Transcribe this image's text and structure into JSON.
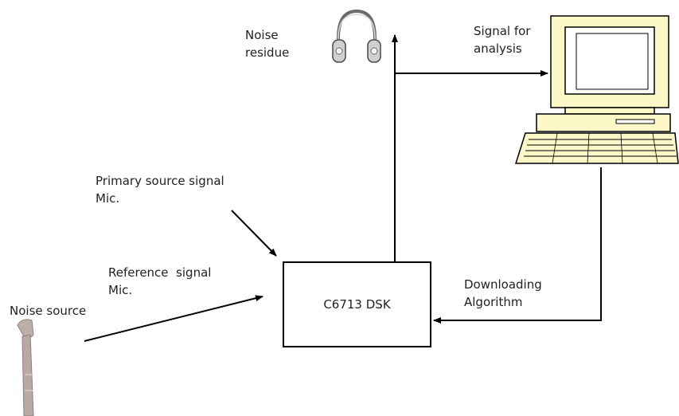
{
  "labels": {
    "noise_residue_1": "Noise",
    "noise_residue_2": "residue",
    "signal_analysis_1": "Signal for",
    "signal_analysis_2": "analysis",
    "primary_1": "Primary source signal",
    "primary_2": "Mic.",
    "reference_1": "Reference  signal",
    "reference_2": "Mic.",
    "noise_source": "Noise source",
    "downloading_1": "Downloading",
    "downloading_2": "Algorithm",
    "dsk": "C6713 DSK"
  },
  "icons": [
    "headphones-icon",
    "computer-icon",
    "dental-handpiece-icon"
  ],
  "colors": {
    "line": "#000000",
    "computer_body": "#fdf8c8",
    "handpiece": "#b9a9a2"
  }
}
